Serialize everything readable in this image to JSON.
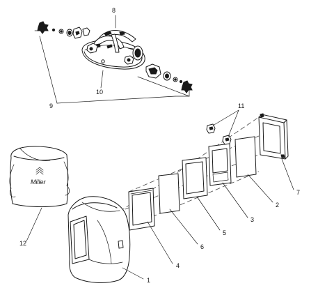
{
  "callouts": {
    "c1": "1",
    "c2": "2",
    "c3": "3",
    "c4": "4",
    "c5": "5",
    "c6": "6",
    "c7": "7",
    "c8": "8",
    "c9": "9",
    "c10": "10",
    "c11": "11",
    "c12": "12"
  },
  "bag_brand": "Miller"
}
